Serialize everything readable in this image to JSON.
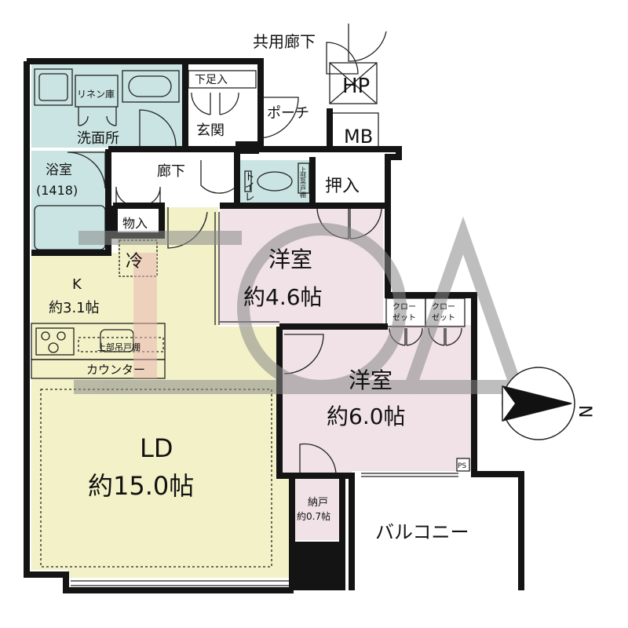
{
  "colors": {
    "wall": "#141414",
    "wet_area": "#c9e4e2",
    "bedroom": "#f0e2e6",
    "living": "#f2f1c8",
    "white": "#ffffff",
    "watermark": "#8a8a8a",
    "fridge_highlight": "#e9b7b4"
  },
  "labels": {
    "common_corridor": "共用廊下",
    "hp": "HP",
    "mb": "MB",
    "porch": "ポーチ",
    "shoe_closet": "下足入",
    "entrance": "玄関",
    "linen": "リネン庫",
    "washroom": "洗面所",
    "bathroom": "浴室",
    "bath_size": "(1418)",
    "corridor": "廊下",
    "toilet": "トイレ",
    "toilet_cabinet": "上部吊戸棚",
    "oshiire": "押入",
    "storage": "物入",
    "fridge": "冷",
    "kitchen": "K",
    "kitchen_size": "約3.1帖",
    "upper_cabinet": "上部吊戸棚",
    "counter": "カウンター",
    "ld": "LD",
    "ld_size": "約15.0帖",
    "western1": "洋室",
    "western1_size": "約4.6帖",
    "closet_a_1": "クロー",
    "closet_a_2": "ゼット",
    "closet_b_1": "クロー",
    "closet_b_2": "ゼット",
    "western2": "洋室",
    "western2_size": "約6.0帖",
    "ps": "PS",
    "nando": "納戸",
    "nando_size": "約0.7帖",
    "balcony": "バルコニー",
    "north": "N"
  }
}
